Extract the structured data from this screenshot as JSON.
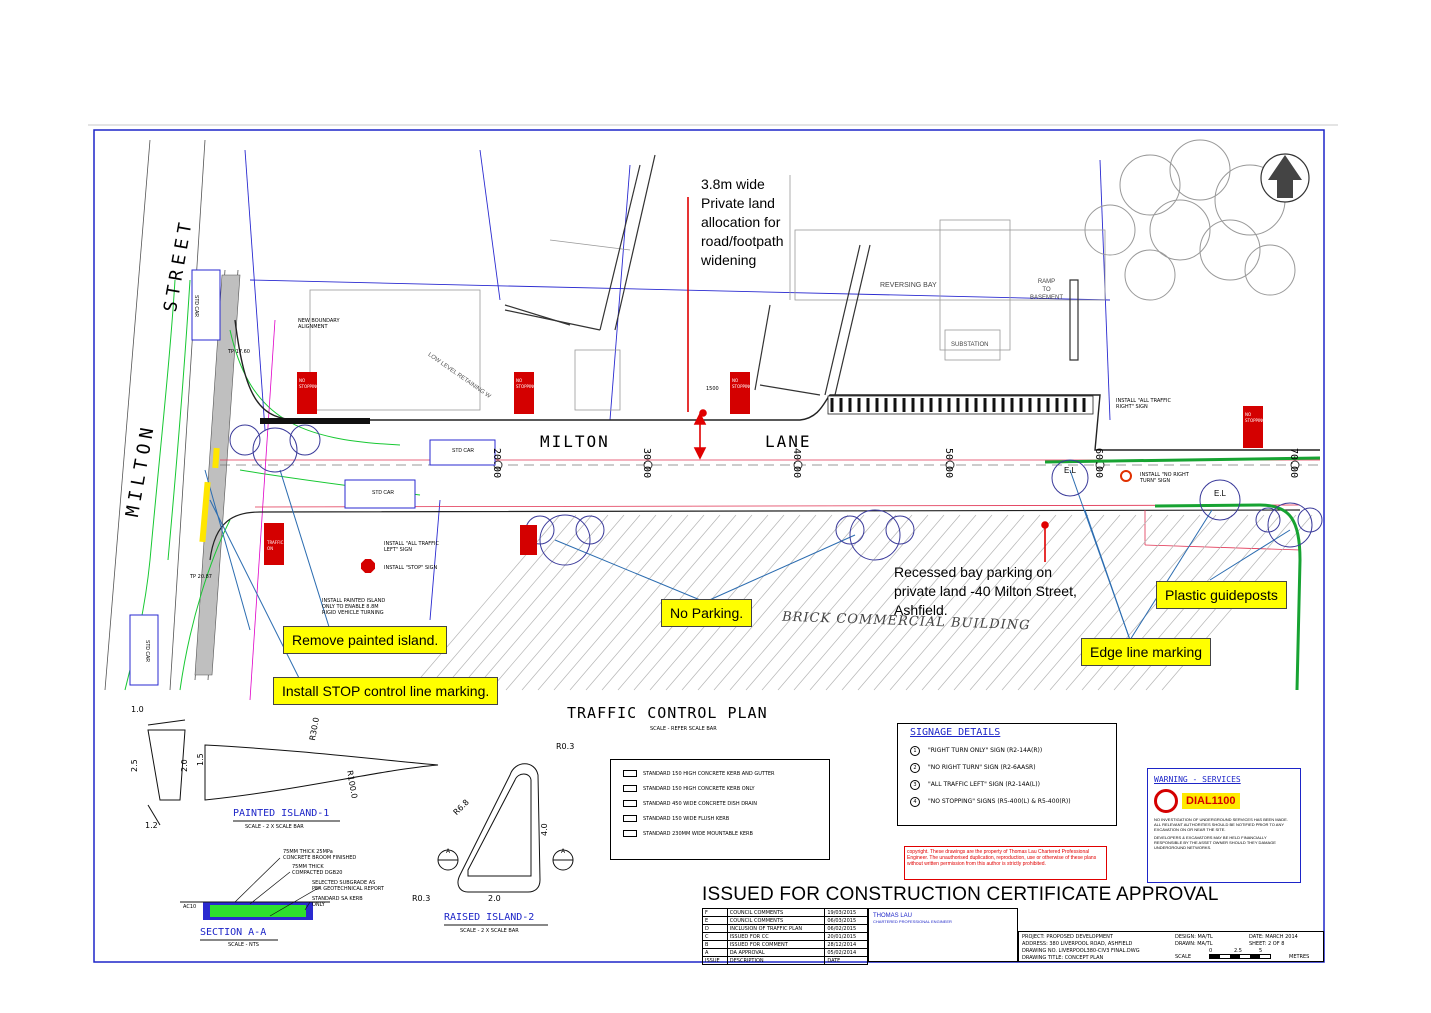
{
  "street_labels": {
    "milton_street_top": "STREET",
    "milton_street_bottom": "MILTON",
    "milton_lane_1": "MILTON",
    "milton_lane_2": "LANE",
    "building": "BRICK  COMMERCIAL  BUILDING",
    "reversing_bay": "REVERSING BAY",
    "substation": "SUBSTATION",
    "ramp": "RAMP\nTO\nBASEMENT",
    "low_level_retaining_wall": "LOW  LEVEL  RETAINING  W"
  },
  "chainages": [
    "20.00",
    "30.00",
    "40.00",
    "50.00",
    "60.00",
    "70.00"
  ],
  "edge_line_labels": [
    "E.L",
    "E.L"
  ],
  "std_car": "STD CAR",
  "annotations": {
    "private_land": "3.8m wide\nPrivate land\nallocation for\nroad/footpath\nwidening",
    "recessed_bay": "Recessed bay parking on\nprivate land -40 Milton Street,\nAshfield."
  },
  "callouts": {
    "remove_island": "Remove painted island.",
    "install_stop": "Install STOP control line marking.",
    "no_parking": "No Parking.",
    "edge_line": "Edge line marking",
    "guideposts": "Plastic guideposts"
  },
  "small_notes": {
    "new_boundary": "NEW BOUNDARY\nALIGNMENT",
    "all_traffic_right": "INSTALL \"ALL TRAFFIC\nRIGHT\" SIGN",
    "no_right_turn": "INSTALL \"NO RIGHT\nTURN\" SIGN",
    "all_traffic_left": "INSTALL \"ALL TRAFFIC\nLEFT\" SIGN",
    "stop_sign": "INSTALL \"STOP\" SIGN",
    "painted_island": "INSTALL PAINTED ISLAND\nONLY TO ENABLE 8.8M\nRIGID VEHICLE TURNING",
    "tp_top": "TP 17.60",
    "tp_bottom": "TP 20.87",
    "dim_1500": "1500",
    "sign_no_stopping": "NO\nSTOPPING",
    "sign_traffic": "TRAFFIC\nON"
  },
  "traffic_control_plan": {
    "title": "TRAFFIC  CONTROL  PLAN",
    "scale": "SCALE - REFER SCALE BAR"
  },
  "legend": [
    "STANDARD 150 HIGH CONCRETE KERB AND GUTTER",
    "STANDARD 150 HIGH CONCRETE KERB ONLY",
    "STANDARD 450 WIDE CONCRETE DISH DRAIN",
    "STANDARD 150 WIDE FLUSH KERB",
    "STANDARD 230MM WIDE MOUNTABLE KERB"
  ],
  "signage_details": {
    "title": "SIGNAGE  DETAILS",
    "items": [
      {
        "num": "1",
        "text": "\"RIGHT TURN ONLY\" SIGN  (R2-14A(R))"
      },
      {
        "num": "2",
        "text": "\"NO RIGHT TURN\" SIGN  (R2-6AASR)"
      },
      {
        "num": "3",
        "text": "\"ALL TRAFFIC LEFT\" SIGN  (R2-14A(L))"
      },
      {
        "num": "4",
        "text": "\"NO STOPPING\" SIGNS  (R5-400(L) & R5-400(R))"
      }
    ]
  },
  "copyright": "copyright. These drawings are the property of Thomas Lau Chartered Professional Engineer. The unauthorised duplication, reproduction, use or otherwise of these plans without written permission from this author is strictly prohibited.",
  "warning": {
    "title": "WARNING  -  SERVICES",
    "dial": "DIAL1100",
    "text1": "NO INVESTIGATION OF UNDERGROUND SERVICES HAS BEEN MADE. ALL RELEVANT AUTHORITIES SHOULD BE NOTIFIED PRIOR TO ANY EXCAVATION ON OR NEAR THE SITE.",
    "text2": "DEVELOPERS & EXCAVATORS MAY BE HELD FINANCIALLY RESPONSIBLE BY THE ASSET OWNER SHOULD THEY DAMAGE UNDERGROUND NETWORKS."
  },
  "details": {
    "painted_island_1": "PAINTED  ISLAND-1",
    "raised_island_2": "RAISED  ISLAND-2",
    "section_aa": "SECTION  A-A",
    "scale_2x": "SCALE - 2 X SCALE BAR",
    "scale_nts": "SCALE - NTS",
    "dims": {
      "d10": "1.0",
      "d25": "2.5",
      "d20": "2.0",
      "d15": "1.5",
      "d12": "1.2",
      "r30": "R30.0",
      "r100": "R100.0",
      "r03a": "R0.3",
      "r03b": "R0.3",
      "r68": "R6.8",
      "d40": "4.0",
      "d20b": "2.0",
      "a": "A",
      "ac10": "AC10"
    },
    "section_notes": [
      "75MM THICK 25MPa\nCONCRETE BROOM FINISHED",
      "75MM THICK\nCOMPACTED DGB20",
      "SELECTED SUBGRADE AS\nPER GEOTECHNICAL REPORT",
      "STANDARD SA KERB\nONLY"
    ]
  },
  "issued_banner": "ISSUED FOR CONSTRUCTION CERTIFICATE APPROVAL",
  "revisions": [
    {
      "issue": "F",
      "desc": "COUNCIL COMMENTS",
      "date": "19/03/2015"
    },
    {
      "issue": "E",
      "desc": "COUNCIL COMMENTS",
      "date": "06/03/2015"
    },
    {
      "issue": "D",
      "desc": "INCLUSION OF TRAFFIC PLAN",
      "date": "06/02/2015"
    },
    {
      "issue": "C",
      "desc": "ISSUED FOR CC",
      "date": "20/01/2015"
    },
    {
      "issue": "B",
      "desc": "ISSUED FOR COMMENT",
      "date": "28/12/2014"
    },
    {
      "issue": "A",
      "desc": "DA APPROVAL",
      "date": "05/02/2014"
    }
  ],
  "revision_headers": {
    "issue": "ISSUE",
    "desc": "DESCRIPTION",
    "date": "DATE"
  },
  "engineer": {
    "name": "THOMAS LAU",
    "title": "CHARTERED   PROFESSIONAL   ENGINEER"
  },
  "title_block": {
    "project": "PROJECT: PROPOSED DEVELOPMENT",
    "address": "ADDRESS: 380 LIVERPOOL  ROAD, ASHFIELD",
    "drawing_no": "DRAWING NO. LIVERPOOL380-CIV3 FINAL.DWG",
    "drawing_title": "DRAWING TITLE:  CONCEPT PLAN",
    "design": "DESIGN: MA/TL",
    "drawn": "DRAWN: MA/TL",
    "date": "DATE: MARCH 2014",
    "sheet": "SHEET: 2 OF 8",
    "scale": "SCALE",
    "metres": "METRES",
    "scale_ticks": [
      "0",
      "2.5",
      "5"
    ]
  },
  "colors": {
    "callout_bg": "#ffff00",
    "frame_blue": "#1d25c8",
    "sign_red": "#d40000",
    "edge_green": "#17a332",
    "annotation_red": "#e00000",
    "leader_blue": "#2b6cb0"
  }
}
